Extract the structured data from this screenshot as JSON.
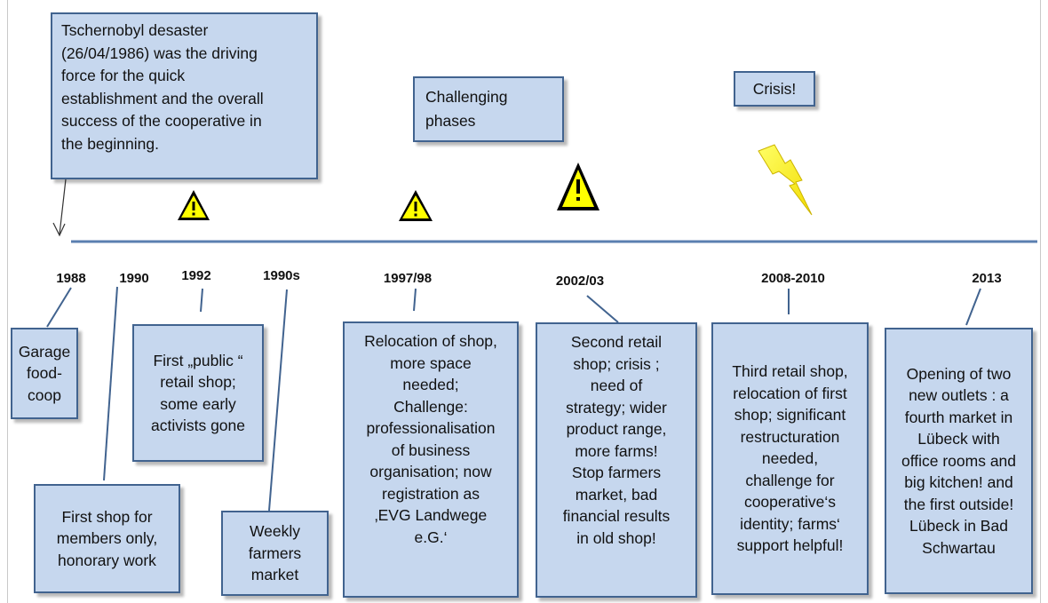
{
  "callouts": {
    "tschernobyl": "Tschernobyl desaster\n(26/04/1986) was the driving\nforce for the quick\nestablishment and the overall\nsuccess of the cooperative in\nthe beginning.",
    "challenging": "Challenging\nphases",
    "crisis": "Crisis!"
  },
  "years": [
    "1988",
    "1990",
    "1992",
    "1990s",
    "1997/98",
    "2002/03",
    "2008-2010",
    "2013"
  ],
  "events": {
    "garage": "Garage\nfood-\ncoop",
    "first_public": "First „public “\nretail shop;\nsome early\nactivists gone",
    "members_only": "First shop for\nmembers only,\nhonorary work",
    "weekly_market": "Weekly\nfarmers\nmarket",
    "relocation": "Relocation of shop,\nmore space\nneeded;\nChallenge:\nprofessionalisation\nof business\norganisation; now\nregistration as\n‚EVG Landwege\ne.G.‘",
    "second_shop": "Second retail\nshop; crisis ;\nneed of\nstrategy; wider\nproduct range,\nmore farms!\nStop farmers\nmarket,  bad\nfinancial results\nin old shop!",
    "third_shop": "Third retail shop,\nrelocation of first\nshop; significant\nrestructuration\nneeded,\nchallenge for\ncooperative‘s\nidentity; farms‘\nsupport helpful!",
    "outlets": "Opening of two\nnew outlets : a\nfourth market in\nLübeck with\noffice rooms and\nbig kitchen! and\nthe first outside!\nLübeck in Bad\nSchwartau"
  },
  "icons": [
    "warning-icon",
    "warning-icon",
    "warning-icon",
    "lightning-icon"
  ],
  "colors": {
    "box_fill": "#c6d7ee",
    "box_border": "#41638f",
    "timeline": "#5b7fb0",
    "warning": "#ffff00",
    "lightning": "#ffff33"
  }
}
